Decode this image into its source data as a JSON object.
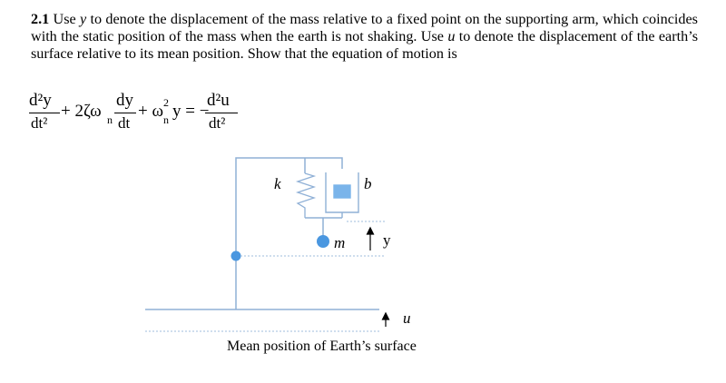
{
  "problem": {
    "number": "2.1",
    "text_1": " Use ",
    "var_y": "y",
    "text_2": " to denote the displacement of the mass relative to a fixed point on the supporting arm, which coincides with the static position of the mass when the earth is not shaking. Use ",
    "var_u": "u",
    "text_3": " to denote the displacement of the earth’s surface relative to its mean position. Show that the equation of motion is"
  },
  "equation": {
    "t1_num": "d²y",
    "t1_den": "dt²",
    "plus_1": "+ 2ζω",
    "sub_n_1": "n",
    "t2_num": "dy",
    "t2_den": "dt",
    "plus_2": "+ ω",
    "sup_2": "2",
    "sub_n_2": "n",
    "y_eq": "y = −",
    "t3_num": "d²u",
    "t3_den": "dt²"
  },
  "figure": {
    "label_k": "k",
    "label_b": "b",
    "label_m": "m",
    "label_y": "y",
    "label_u": "u",
    "caption": "Mean position of Earth’s surface",
    "colors": {
      "structure": "#8fb0d6",
      "mass": "#4a97e0",
      "damper": "#7ab4ea",
      "dotted": "#9fbcdc",
      "arrow": "#000000"
    }
  }
}
